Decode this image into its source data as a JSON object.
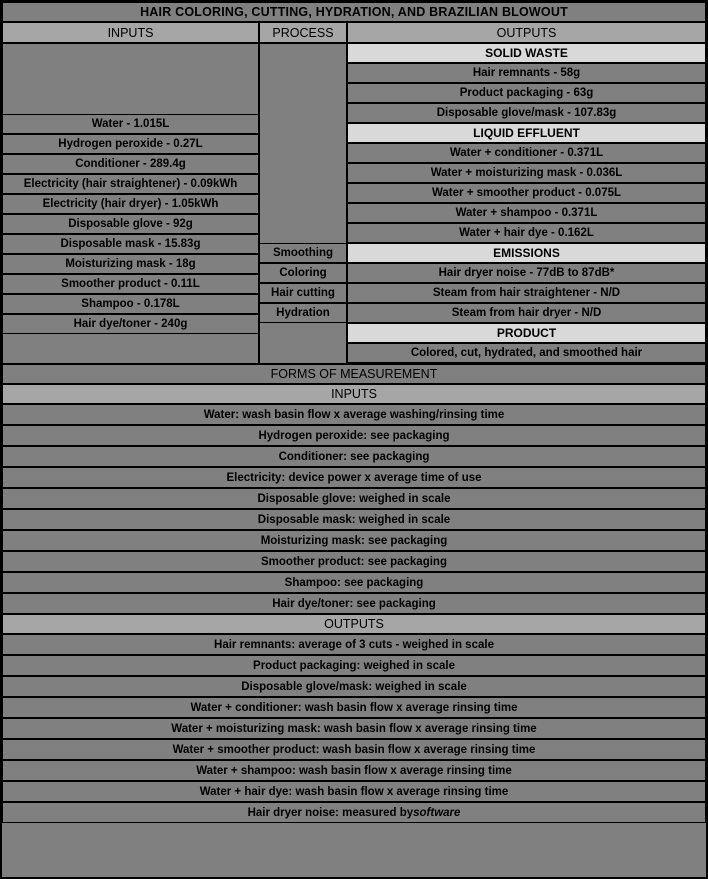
{
  "table": {
    "title": "HAIR COLORING, CUTTING, HYDRATION, AND BRAZILIAN BLOWOUT",
    "columns": {
      "inputs": "INPUTS",
      "process": "PROCESS",
      "outputs": "OUTPUTS"
    },
    "inputs": [
      "Water - 1.015L",
      "Hydrogen peroxide - 0.27L",
      "Conditioner - 289.4g",
      "Electricity (hair straightener) - 0.09kWh",
      "Electricity (hair dryer) - 1.05kWh",
      "Disposable glove - 92g",
      "Disposable mask - 15.83g",
      "Moisturizing mask - 18g",
      "Smoother product - 0.11L",
      "Shampoo - 0.178L",
      "Hair dye/toner - 240g"
    ],
    "process": [
      "Smoothing",
      "Coloring",
      "Hair cutting",
      "Hydration"
    ],
    "outputs": {
      "solid_waste_header": "SOLID WASTE",
      "solid_waste": [
        "Hair remnants - 58g",
        "Product packaging - 63g",
        "Disposable glove/mask - 107.83g"
      ],
      "liquid_effluent_header": "LIQUID EFFLUENT",
      "liquid_effluent": [
        "Water + conditioner - 0.371L",
        "Water + moisturizing mask - 0.036L",
        "Water + smoother product - 0.075L",
        "Water + shampoo - 0.371L",
        "Water + hair dye - 0.162L"
      ],
      "emissions_header": "EMISSIONS",
      "emissions": [
        "Hair dryer noise - 77dB to 87dB*",
        "Steam from hair straightener - N/D",
        "Steam from hair dryer - N/D"
      ],
      "product_header": "PRODUCT",
      "product": [
        "Colored, cut, hydrated, and smoothed hair"
      ]
    }
  },
  "forms_of_measurement": {
    "title": "FORMS OF MEASUREMENT",
    "inputs_header": "INPUTS",
    "inputs": [
      "Water: wash basin flow x average washing/rinsing time",
      "Hydrogen peroxide: see packaging",
      "Conditioner: see packaging",
      "Electricity: device power x average time of use",
      "Disposable glove: weighed in scale",
      "Disposable mask: weighed in scale",
      "Moisturizing mask: see packaging",
      "Smoother product: see packaging",
      "Shampoo: see packaging",
      "Hair dye/toner: see packaging"
    ],
    "outputs_header": "OUTPUTS",
    "outputs": [
      "Hair remnants: average of 3 cuts - weighed in scale",
      "Product packaging: weighed in scale",
      "Disposable glove/mask: weighed in scale",
      "Water + conditioner: wash basin flow x average rinsing time",
      "Water + moisturizing mask: wash basin flow x average rinsing time",
      "Water + smoother product: wash basin flow x average rinsing time",
      "Water + shampoo: wash basin flow x average rinsing time",
      "Water + hair dye: wash basin flow x average rinsing time"
    ],
    "outputs_last": {
      "prefix": "Hair dryer noise: measured by ",
      "italic": "software"
    }
  },
  "colors": {
    "title_bg": "#808080",
    "column_header_bg": "#a6a6a6",
    "section_header_bg": "#d9d9d9",
    "data_bg": "#808080",
    "border": "#000000"
  }
}
